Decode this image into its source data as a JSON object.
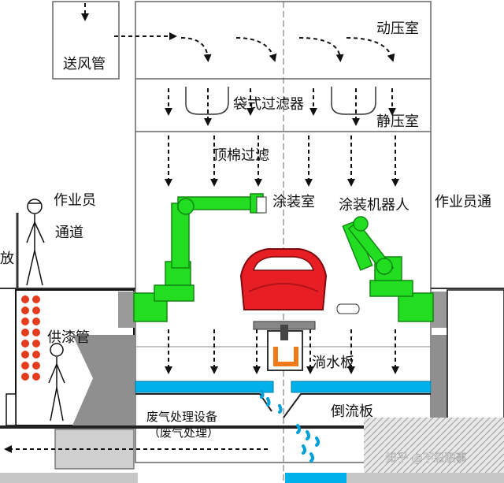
{
  "labels": {
    "air_duct": "送风管",
    "dynamic_chamber": "动压室",
    "bag_filter": "袋式过滤器",
    "static_chamber": "静压室",
    "top_cotton": "顶棉过滤",
    "operator_left": "作业员",
    "channel_left": "通道",
    "spray_room": "涂装室",
    "robot": "涂装机器人",
    "operator_channel_right": "作业员通",
    "fang": "放",
    "paint_pipe": "供漆管",
    "water_board": "淌水板",
    "reflux_board": "倒流板",
    "exhaust_device_1": "废气处理设备",
    "exhaust_device_2": "（废气处理）",
    "watermark": "知乎 @不忍职事"
  },
  "colors": {
    "robot": "#22dd22",
    "robot_stroke": "#118811",
    "car": "#e81e25",
    "water": "#00b0e8",
    "paint_dot": "#e53b1e",
    "hanger": "#f07a1a"
  }
}
